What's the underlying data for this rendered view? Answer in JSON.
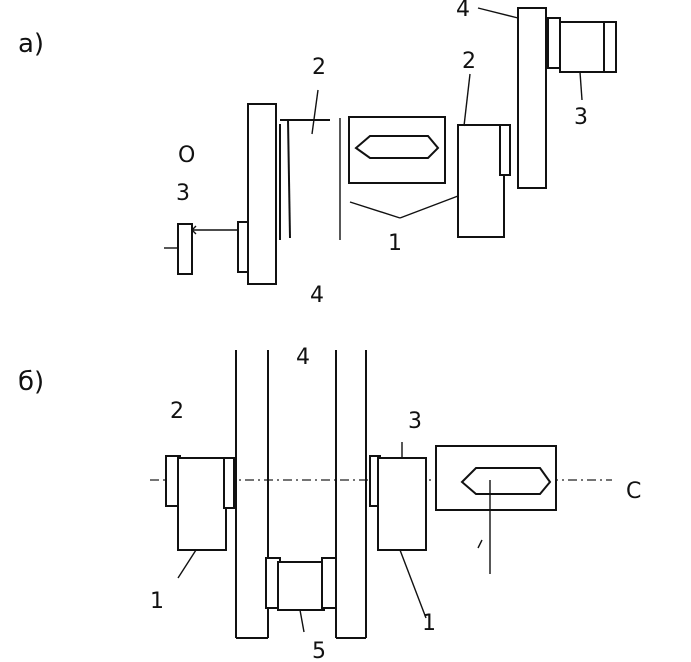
{
  "section_a": {
    "label": "а)",
    "labels": {
      "o_mark": "O",
      "num_3_left": "3",
      "num_2_mid": "2",
      "num_2_right": "2",
      "num_4_top": "4",
      "num_3_right": "3",
      "num_1": "1",
      "num_4_bottom": "4"
    }
  },
  "section_b": {
    "label": "б)",
    "labels": {
      "num_4": "4",
      "num_2": "2",
      "num_3": "3",
      "c_mark": "C",
      "num_1_left": "1",
      "num_1_right": "1",
      "num_5": "5"
    }
  }
}
